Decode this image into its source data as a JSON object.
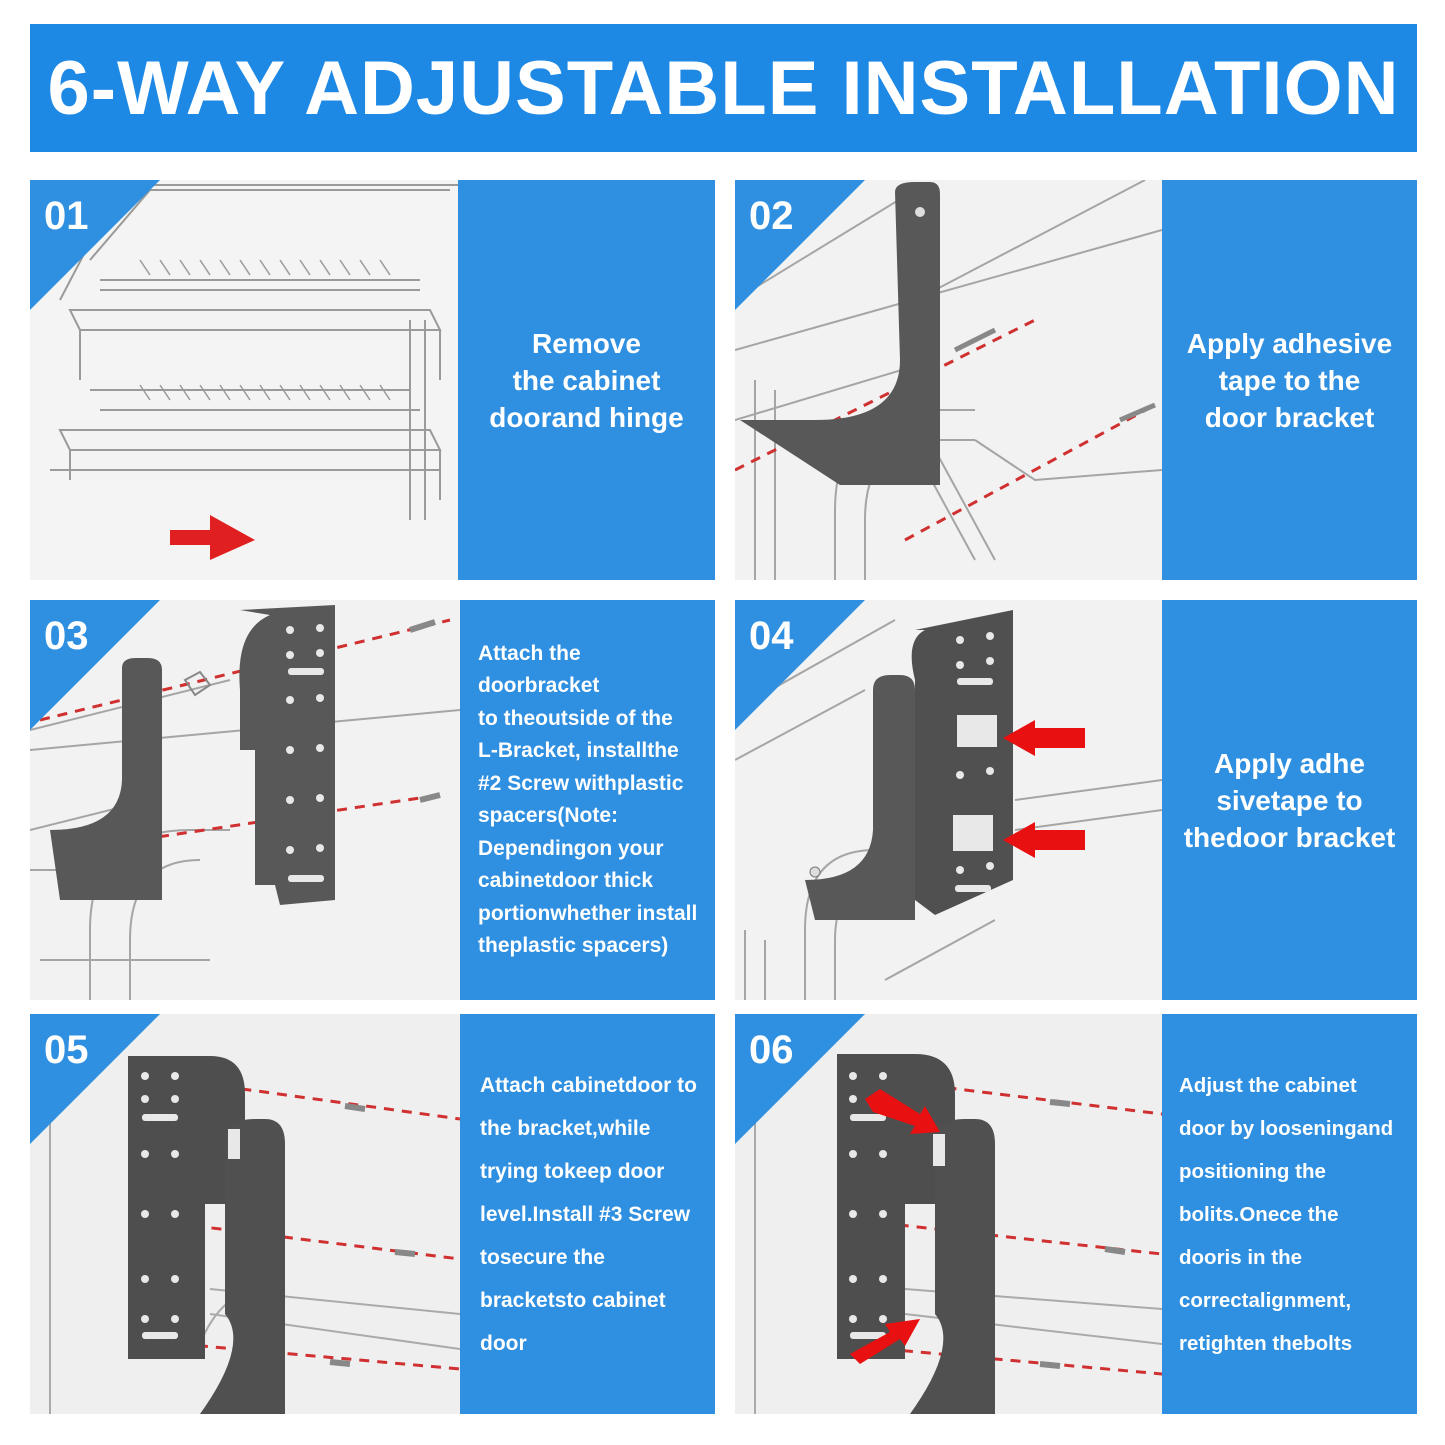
{
  "header": {
    "title": "6-WAY ADJUSTABLE INSTALLATION"
  },
  "colors": {
    "accent": "#2f8fe0",
    "banner": "#1e88e5",
    "bracket": "#555555",
    "guide": "#e03030",
    "arrow": "#e81010"
  },
  "steps": [
    {
      "number": "01",
      "text": "Remove\nthe cabinet\ndoorand hinge",
      "icon": "pull-out-basket-illustration"
    },
    {
      "number": "02",
      "text": "Apply adhesive\ntape to the\ndoor bracket",
      "icon": "l-bracket-illustration"
    },
    {
      "number": "03",
      "text": "Attach the doorbracket\nto theoutside of the\nL-Bracket, installthe\n#2 Screw withplastic\nspacers(Note:\nDependingon your\ncabinetdoor thick\nportionwhether install\ntheplastic spacers)",
      "icon": "door-bracket-illustration"
    },
    {
      "number": "04",
      "text": "Apply adhe\nsivetape to\nthedoor bracket",
      "icon": "adhesive-arrows-illustration"
    },
    {
      "number": "05",
      "text": "Attach cabinetdoor to\nthe bracket,while\ntrying tokeep door\nlevel.Install #3 Screw\ntosecure the\nbracketsto cabinet\ndoor",
      "icon": "door-mount-illustration"
    },
    {
      "number": "06",
      "text": "Adjust the cabinet\ndoor by looseningand\npositioning the\nbolits.Onece the\ndooris in the\ncorrectalignment,\nretighten thebolts",
      "icon": "adjust-bolts-illustration"
    }
  ]
}
